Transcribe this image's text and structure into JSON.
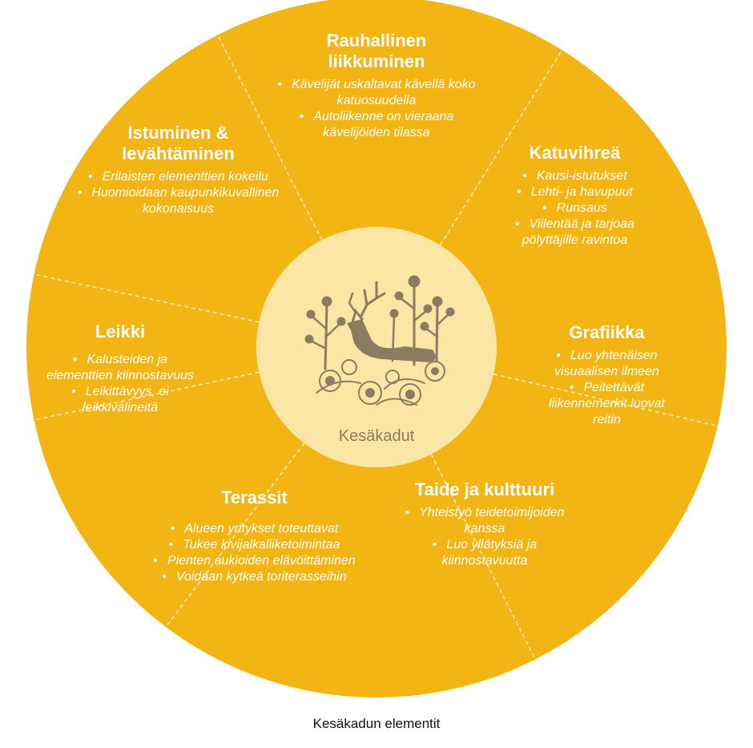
{
  "colors": {
    "wheel": "#f2b513",
    "center": "#fbe6a6",
    "divider": "#fdeebf",
    "illustration": "#8c7b5f"
  },
  "center": {
    "label": "Kesäkadut",
    "illustration": "deer-and-flowers-illustration"
  },
  "caption": "Kesäkadun elementit",
  "segments": [
    {
      "title": "Rauhallinen liikkuminen",
      "items": [
        "Kävelijät uskaltavat kävellä koko katuosuudella",
        "Autoliikenne on vieraana kävelijöiden tilassa"
      ]
    },
    {
      "title": "Katuvihreä",
      "items": [
        "Kausi-istutukset",
        "Lehti- ja havupuut",
        "Runsaus",
        "Viilentää ja tarjoaa pölyttäjille ravintoa"
      ]
    },
    {
      "title": "Grafiikka",
      "items": [
        "Luo yhtenäisen visuaalisen ilmeen",
        "Peitettävät liikennemerkit luovat reitin"
      ]
    },
    {
      "title": "Taide ja kulttuuri",
      "items": [
        "Yhteistyö teidetoimijoiden kanssa",
        "Luo yllätyksiä ja kiinnostavuutta"
      ]
    },
    {
      "title": "Terassit",
      "items": [
        "Alueen yritykset toteuttavat",
        "Tukee kivijalkaliiketoimintaa",
        "Pienten aukioiden elävöittäminen",
        "Voidaan kytkeä toriterasseihin"
      ]
    },
    {
      "title": "Leikki",
      "items": [
        "Kalusteiden ja elementtien kiinnostavuus",
        "Leikittävyys, ei leikkivälineitä"
      ]
    },
    {
      "title": "Istuminen & levähtäminen",
      "items": [
        "Erilaisten elementtien kokeilu",
        "Huomioidaan kaupunkikuvallinen kokonaisuus"
      ]
    }
  ]
}
